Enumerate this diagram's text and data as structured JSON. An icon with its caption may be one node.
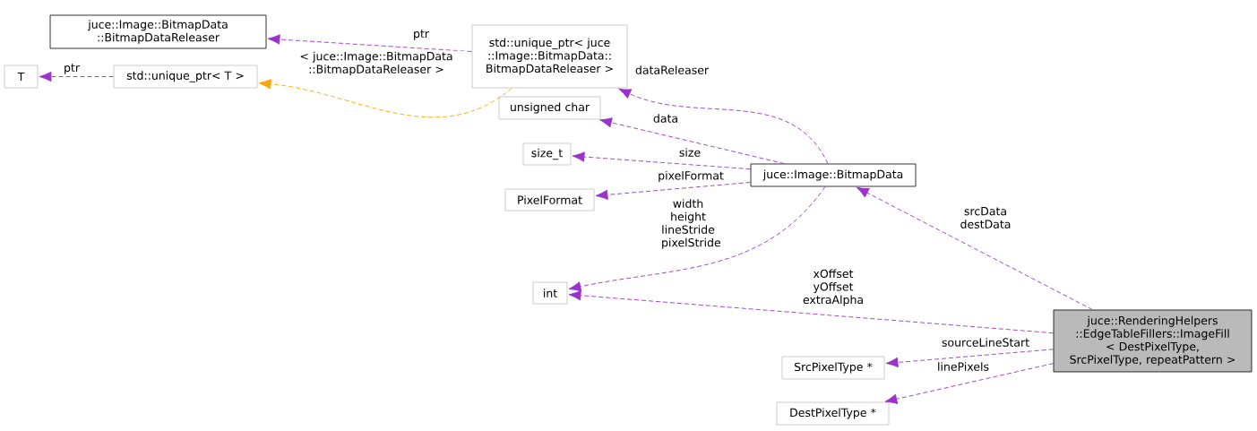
{
  "diagram": {
    "nodes": [
      {
        "text": [
          "juce::Image::BitmapData ::BitmapDataReleaser"
        ]
      },
      {
        "text": [
          "std::unique_ptr< juce ::Image::BitmapData:: BitmapDataReleaser >"
        ]
      },
      {
        "text": [
          "T"
        ]
      },
      {
        "text": [
          "std::unique_ptr< T >"
        ]
      },
      {
        "text": [
          "unsigned char"
        ]
      },
      {
        "text": [
          "size_t"
        ]
      },
      {
        "text": [
          "PixelFormat"
        ]
      },
      {
        "text": [
          "juce::Image::BitmapData"
        ]
      },
      {
        "text": [
          "int"
        ]
      },
      {
        "text": [
          "juce::RenderingHelpers ::EdgeTableFillers::ImageFill < DestPixelType, SrcPixelType, repeatPattern >"
        ]
      },
      {
        "text": [
          "SrcPixelType *"
        ]
      },
      {
        "text": [
          "DestPixelType *"
        ]
      }
    ],
    "edges": [
      {
        "from": 1,
        "to": 0,
        "arrow": "to",
        "label": "ptr"
      },
      {
        "from": 1,
        "to": 3,
        "arrow": "to",
        "label": "< juce::Image::BitmapData ::BitmapDataReleaser >",
        "color": "#ffa500"
      },
      {
        "from": 3,
        "to": 2,
        "arrow": "to",
        "label": "ptr"
      },
      {
        "from": 7,
        "to": 1,
        "arrow": "to",
        "label": "dataReleaser"
      },
      {
        "from": 7,
        "to": 4,
        "arrow": "to",
        "label": "data"
      },
      {
        "from": 7,
        "to": 5,
        "arrow": "to",
        "label": "size"
      },
      {
        "from": 7,
        "to": 6,
        "arrow": "to",
        "label": "pixelFormat"
      },
      {
        "from": 7,
        "to": 8,
        "arrow": "to",
        "label": "width height lineStride pixelStride"
      },
      {
        "from": 9,
        "to": 7,
        "arrow": "to",
        "label": "srcData destData"
      },
      {
        "from": 9,
        "to": 8,
        "arrow": "to",
        "label": "xOffset yOffset extraAlpha"
      },
      {
        "from": 9,
        "to": 10,
        "arrow": "to",
        "label": "sourceLineStart"
      },
      {
        "from": 9,
        "to": 11,
        "arrow": "to",
        "label": "linePixels"
      }
    ]
  }
}
